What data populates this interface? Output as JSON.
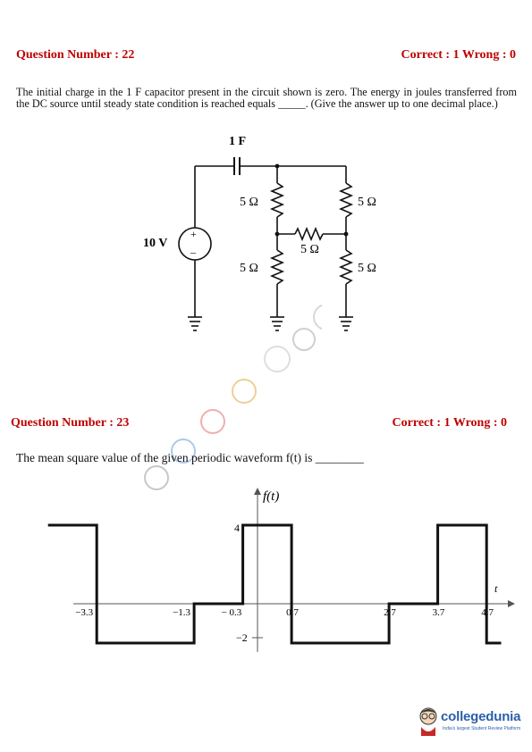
{
  "q22": {
    "number": "Question Number : 22",
    "score": "Correct : 1 Wrong : 0",
    "text": "The initial charge in the 1 F capacitor present in the circuit shown is zero. The energy in joules transferred from the DC source until steady state condition is reached equals _____. (Give the answer up to one decimal place.)",
    "circuit": {
      "capacitor_label": "1 F",
      "source_label": "10 V",
      "plus": "+",
      "minus": "–",
      "r1": "5 Ω",
      "r2": "5 Ω",
      "r3": "5 Ω",
      "r4": "5 Ω",
      "r5": "5 Ω"
    }
  },
  "q23": {
    "number": "Question Number : 23",
    "score": "Correct : 1 Wrong : 0",
    "text": "The mean square value of the given periodic waveform f(t) is ________",
    "waveform": {
      "ylabel": "f(t)",
      "xlabel": "t",
      "high_label": "4",
      "low_label": "−2",
      "tick_labels": [
        "−3.3",
        "−1.3",
        "− 0.3",
        "0.7",
        "2.7",
        "3.7",
        "4.7"
      ]
    }
  },
  "chart_data": {
    "type": "line",
    "title": "",
    "xlabel": "t",
    "ylabel": "f(t)",
    "x": [
      -4.3,
      -3.3,
      -3.3,
      -1.3,
      -1.3,
      -0.3,
      -0.3,
      0.7,
      0.7,
      2.7,
      2.7,
      3.7,
      3.7,
      4.7,
      4.7,
      5.0
    ],
    "y": [
      4,
      4,
      -2,
      -2,
      0,
      0,
      4,
      4,
      -2,
      -2,
      0,
      0,
      4,
      4,
      -2,
      -2
    ],
    "xticks": [
      -3.3,
      -1.3,
      -0.3,
      0.7,
      2.7,
      3.7,
      4.7
    ],
    "yticks": [
      4,
      -2
    ],
    "grid": false
  },
  "brand": {
    "name": "collegedunia",
    "tagline": "India's largest Student Review Platform"
  }
}
